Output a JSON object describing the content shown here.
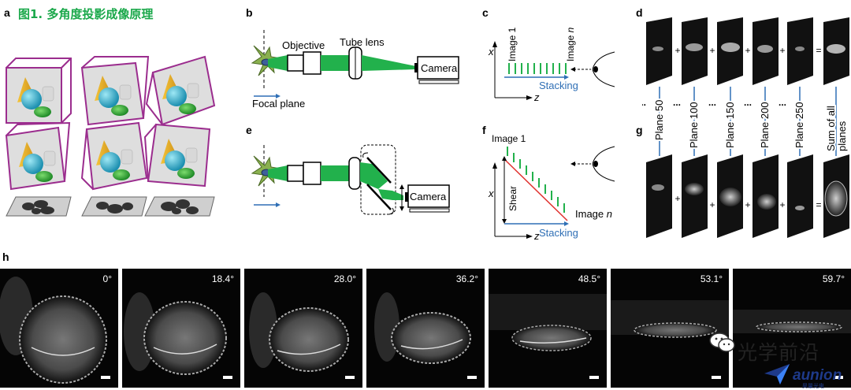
{
  "figure_title": "图1. 多角度投影成像原理",
  "panel_labels": {
    "a": "a",
    "b": "b",
    "c": "c",
    "d": "d",
    "e": "e",
    "f": "f",
    "g": "g",
    "h": "h"
  },
  "panel_b": {
    "objective": "Objective",
    "tube_lens": "Tube lens",
    "camera": "Camera",
    "focal_plane": "Focal plane"
  },
  "panel_e": {
    "camera": "Camera"
  },
  "panel_c": {
    "axis_x": "x",
    "axis_z": "z",
    "image_first": "Image 1",
    "image_last_prefix": "Image ",
    "image_last_n": "n",
    "stacking": "Stacking"
  },
  "panel_f": {
    "axis_x": "x",
    "axis_z": "z",
    "image_first": "Image 1",
    "image_last_prefix": "Image ",
    "image_last_n": "n",
    "shear": "Shear",
    "stacking": "Stacking"
  },
  "panel_d": {
    "plane_labels": [
      "Plane 50",
      "Plane 100",
      "Plane 150",
      "Plane 200",
      "Plane 250"
    ],
    "sum_label_lines": [
      "Sum of all",
      "planes"
    ],
    "ellipsis": "...",
    "plus": "+",
    "equals": "="
  },
  "panel_h": {
    "angles": [
      "0°",
      "18.4°",
      "28.0°",
      "36.2°",
      "48.5°",
      "53.1°",
      "59.7°"
    ]
  },
  "watermark": {
    "text": "光学前沿",
    "brand": "aunion",
    "brand_sub": "昊量光电"
  },
  "colors": {
    "title_green": "#1aa84a",
    "beam_green": "#22b14c",
    "stacking_blue": "#2f6fb5",
    "shear_red": "#e0312e",
    "box_magenta": "#9b2d8e"
  }
}
